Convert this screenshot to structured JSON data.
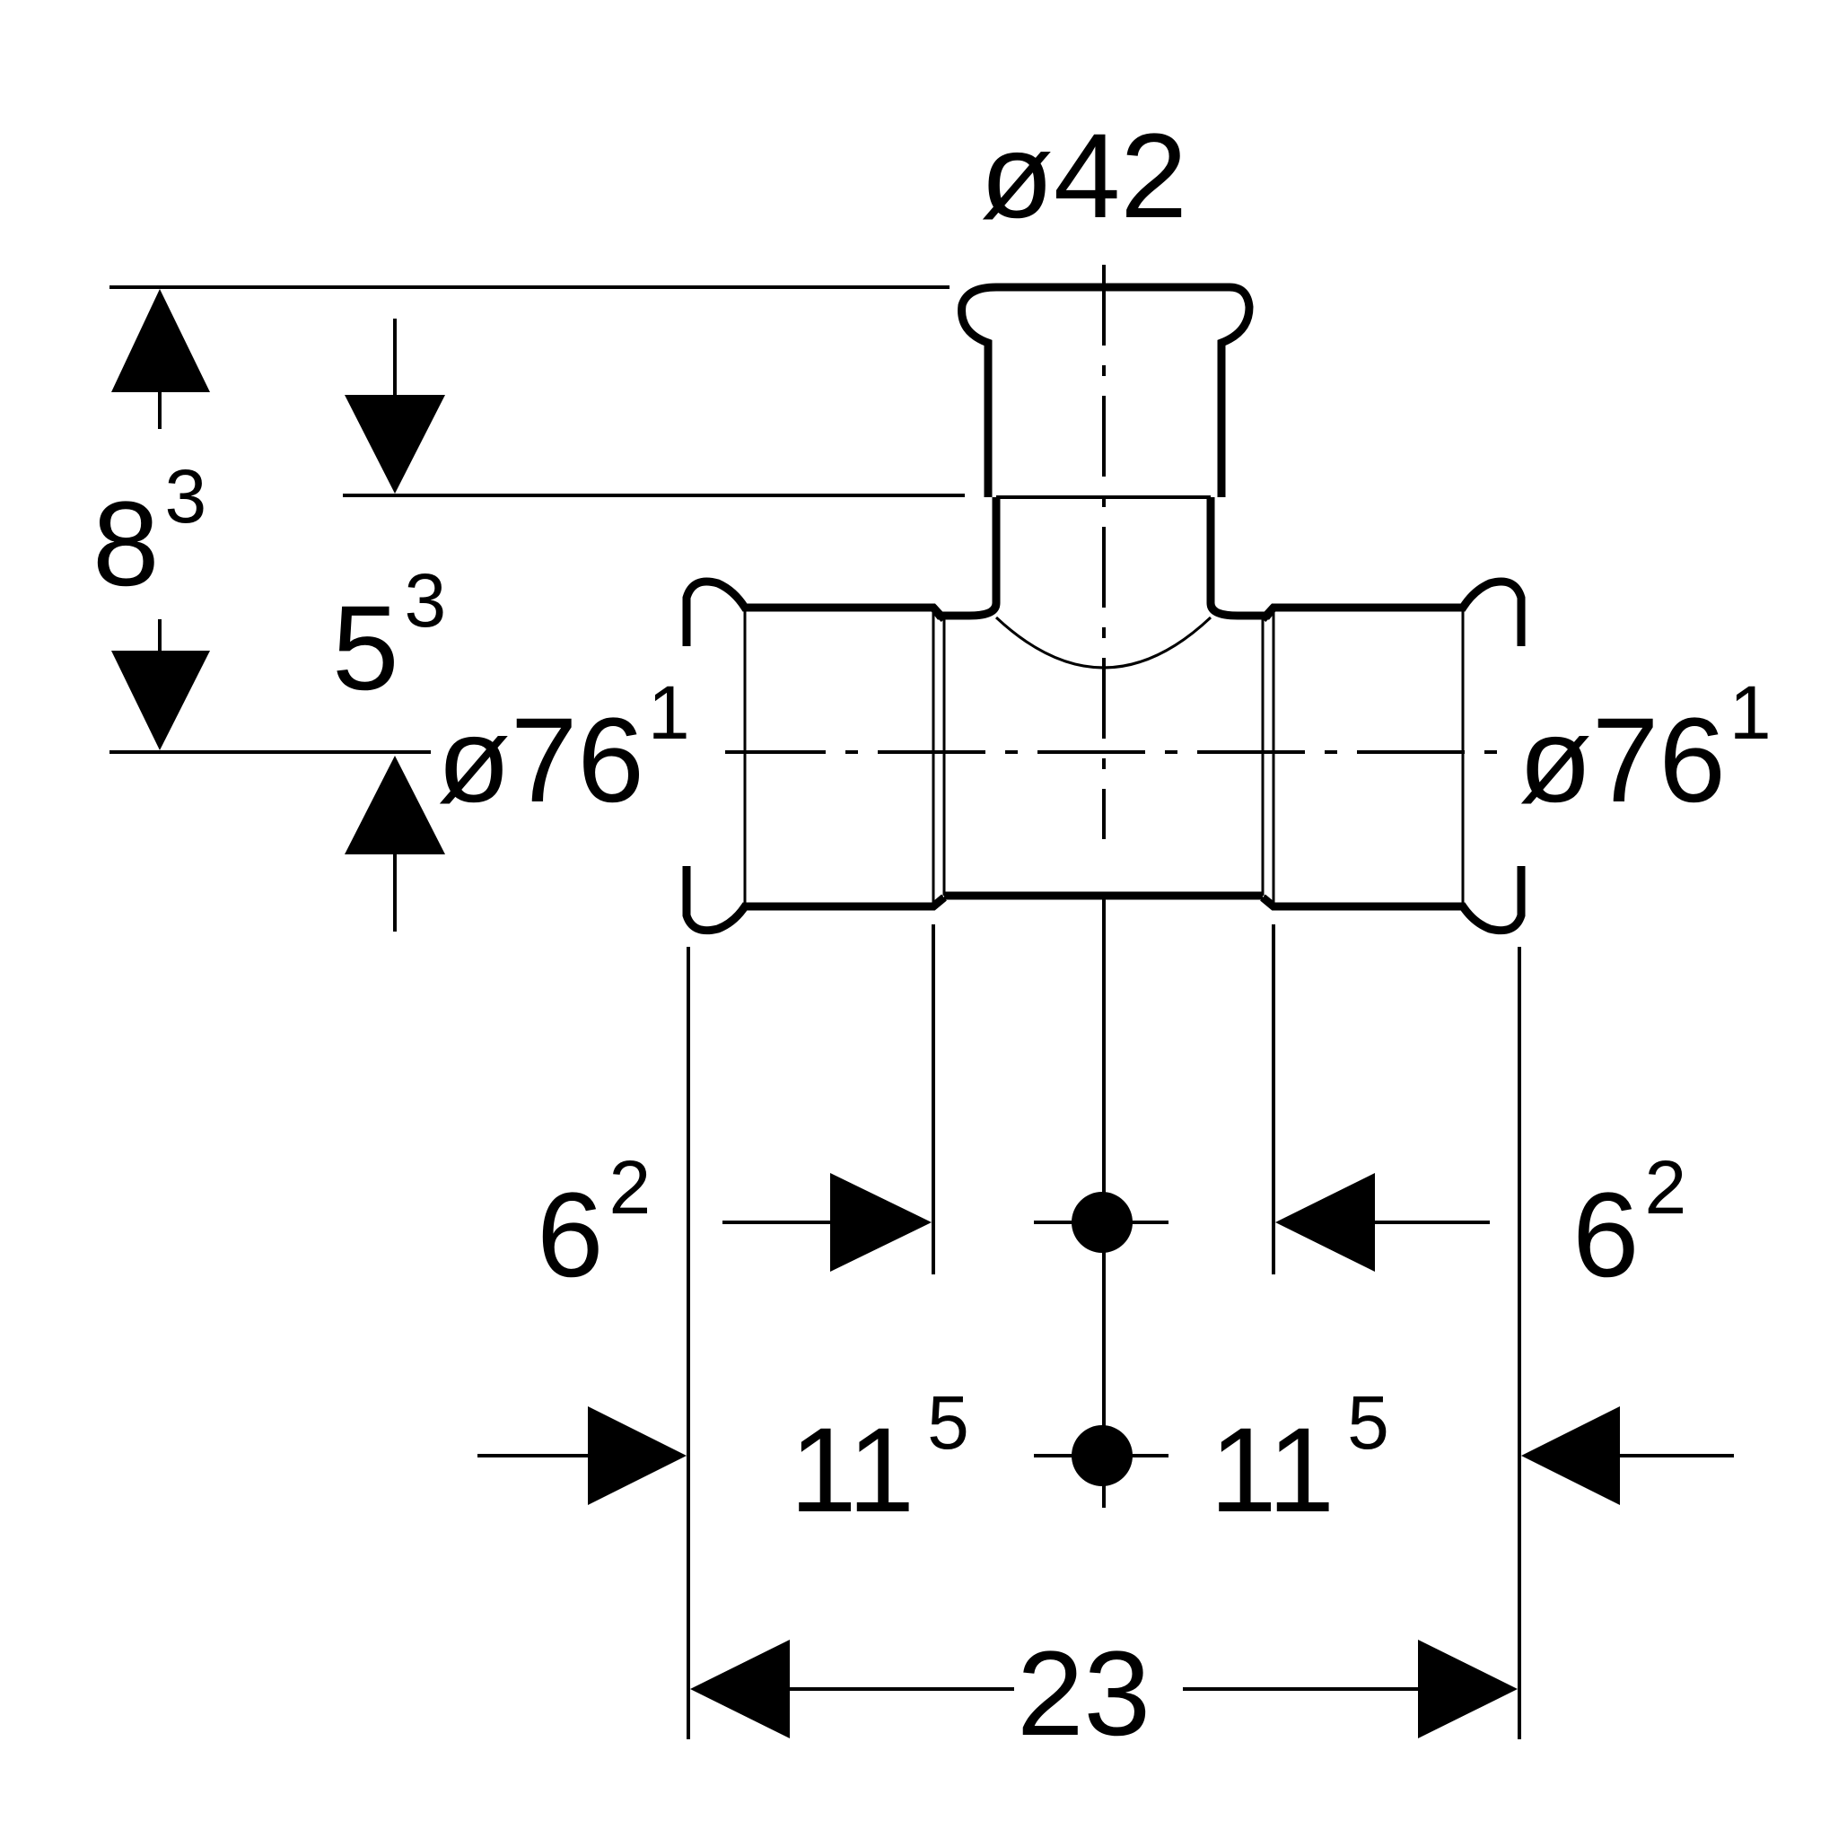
{
  "diagram": {
    "top_diameter": "ø42",
    "left_diameter": {
      "base": "ø76",
      "sup": "1"
    },
    "right_diameter": {
      "base": "ø76",
      "sup": "1"
    },
    "height_total": {
      "base": "8",
      "sup": "3"
    },
    "height_branch": {
      "base": "5",
      "sup": "3"
    },
    "socket_left": {
      "base": "6",
      "sup": "2"
    },
    "socket_right": {
      "base": "6",
      "sup": "2"
    },
    "half_left": {
      "base": "11",
      "sup": "5"
    },
    "half_right": {
      "base": "11",
      "sup": "5"
    },
    "overall_width": "23",
    "stroke_color": "#000000",
    "background_color": "#ffffff"
  }
}
